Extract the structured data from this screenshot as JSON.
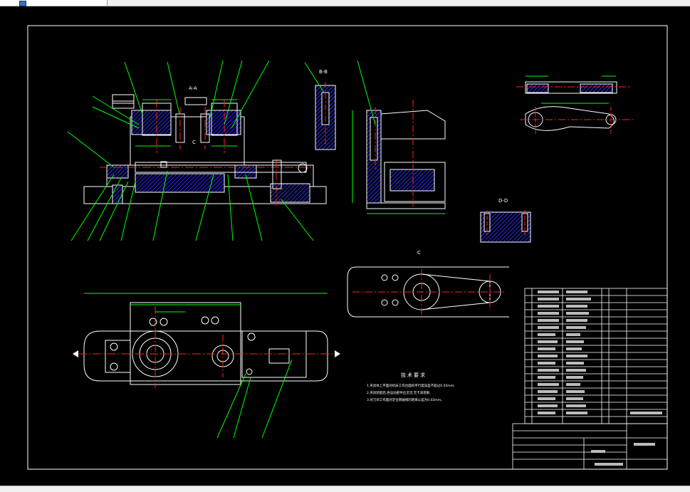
{
  "section_labels": {
    "section_a": "A-A",
    "section_b": "B-B",
    "section_d": "D-D",
    "view_c": "C"
  },
  "tech_requirements": {
    "title": "技术要求",
    "items": [
      "1.夹具体上平面对机床工作台面的平行度误差不超过0.05mm;",
      "2.夹具装配后,各运动部件应灵活,无卡滞现象;",
      "3.对刀块工作面对定位销轴线的距离公差为0.02mm。"
    ]
  },
  "colors": {
    "background": "#000000",
    "outline": "#ffffff",
    "dimension": "#00ff00",
    "center_line": "#ff2020",
    "hatch": "#3030ff",
    "leader": "#00ff00"
  },
  "icons": [
    "app-icon"
  ]
}
